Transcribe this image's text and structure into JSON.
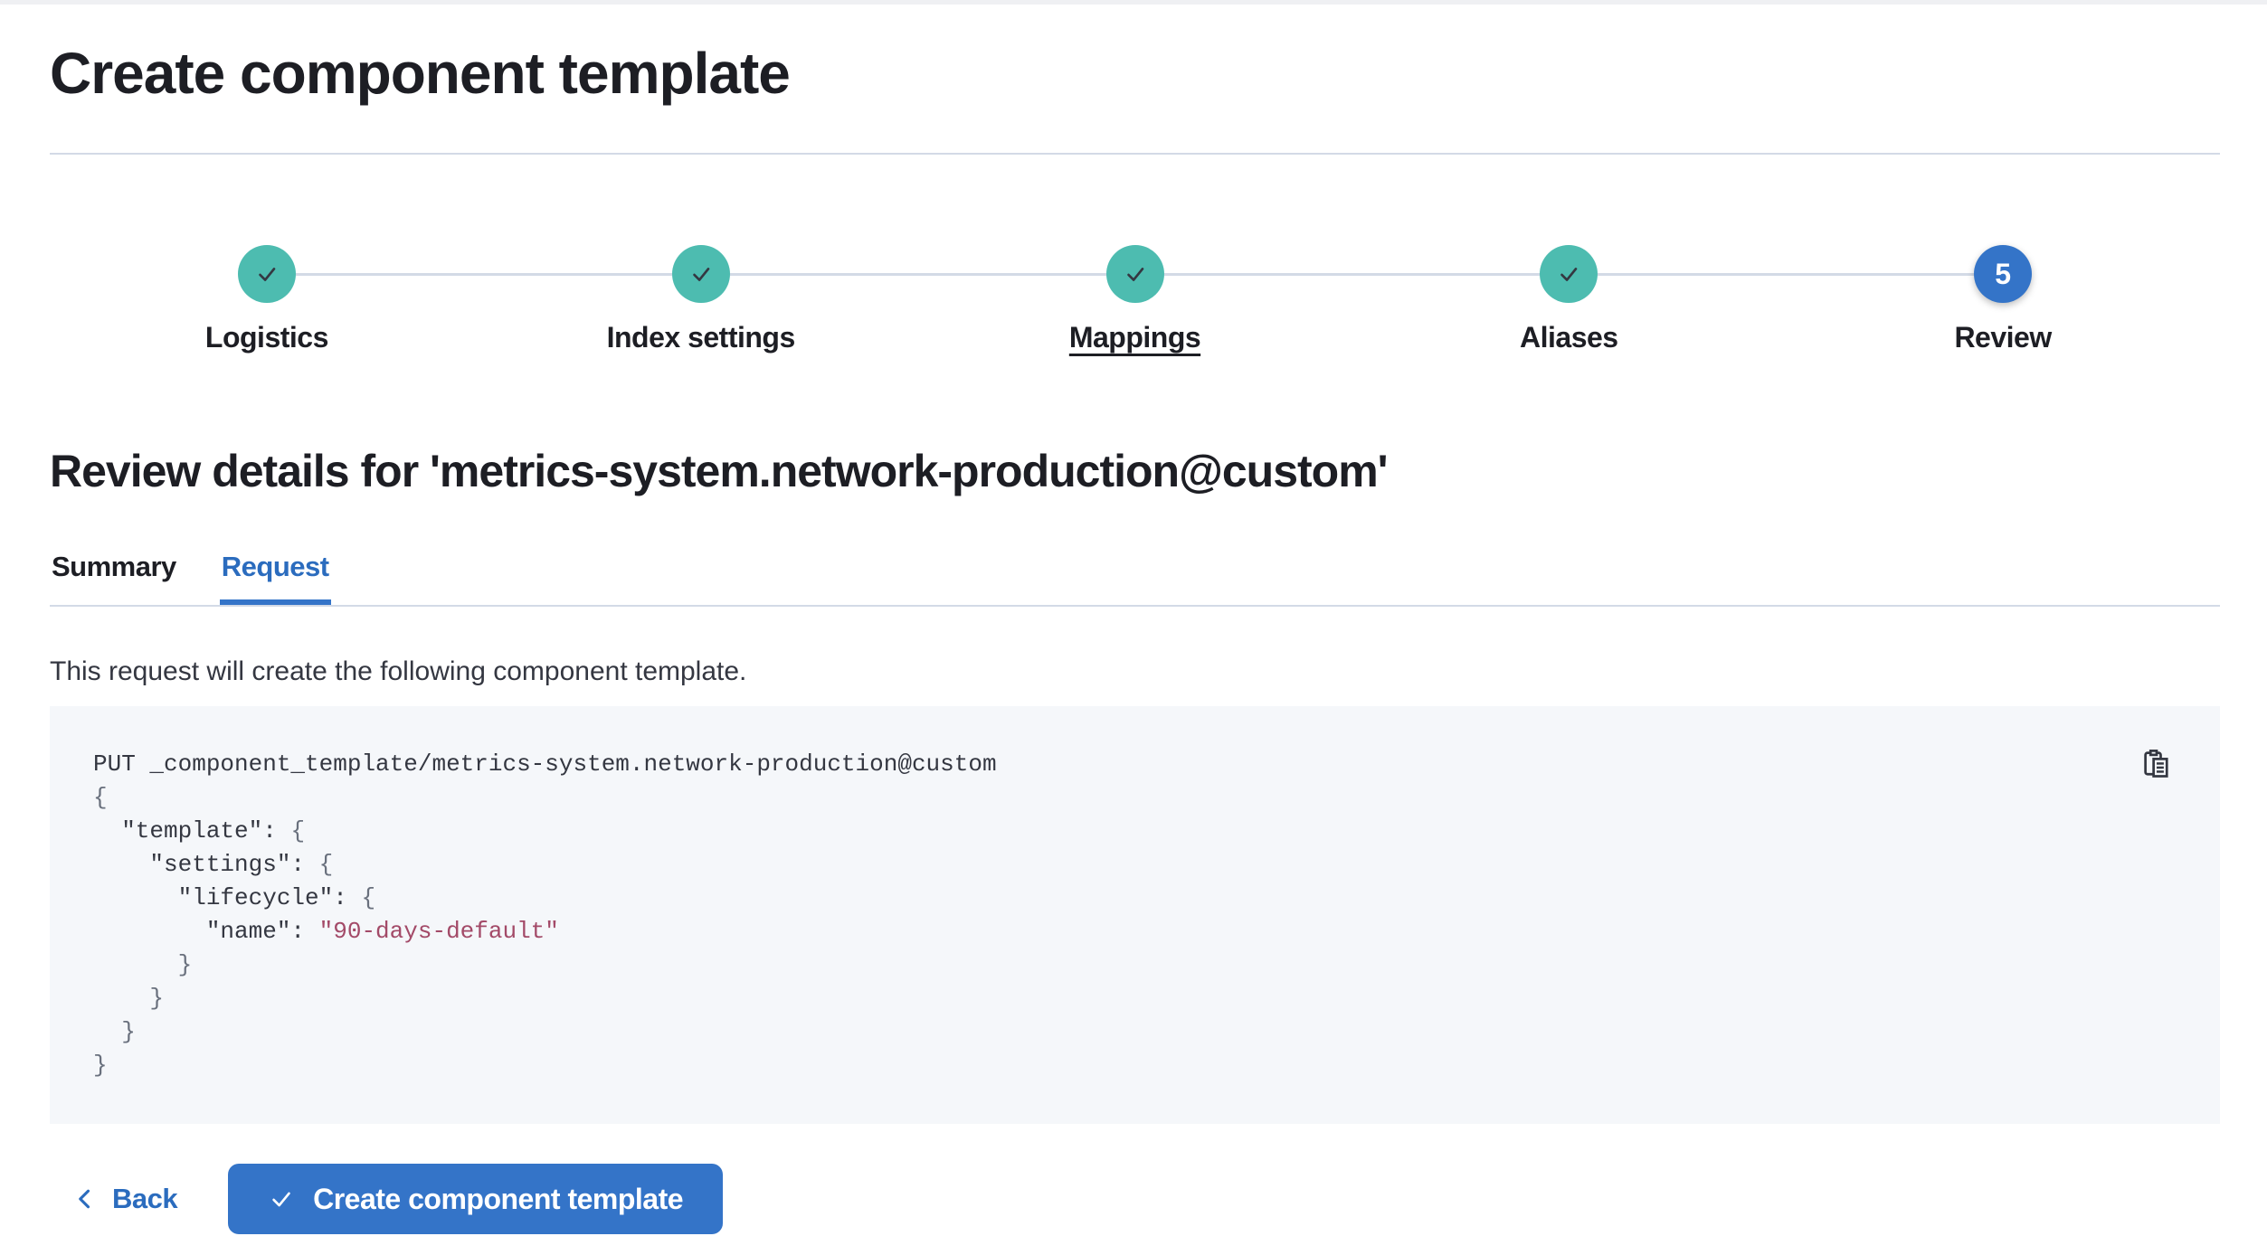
{
  "page": {
    "title": "Create component template"
  },
  "steps": [
    {
      "label": "Logistics",
      "status": "complete"
    },
    {
      "label": "Index settings",
      "status": "complete"
    },
    {
      "label": "Mappings",
      "status": "complete",
      "underline": true
    },
    {
      "label": "Aliases",
      "status": "complete"
    },
    {
      "label": "Review",
      "status": "current",
      "number": "5"
    }
  ],
  "review": {
    "heading": "Review details for 'metrics-system.network-production@custom'",
    "tabs": [
      {
        "label": "Summary",
        "selected": false
      },
      {
        "label": "Request",
        "selected": true
      }
    ],
    "description": "This request will create the following component template."
  },
  "code": {
    "copy_icon": "copy-clipboard-icon",
    "lines": [
      [
        [
          "d",
          "PUT _component_template/metrics-system.network-production@custom"
        ]
      ],
      [
        [
          "p",
          "{"
        ]
      ],
      [
        [
          "d",
          "  \"template\": "
        ],
        [
          "p",
          "{"
        ]
      ],
      [
        [
          "d",
          "    \"settings\": "
        ],
        [
          "p",
          "{"
        ]
      ],
      [
        [
          "d",
          "      \"lifecycle\": "
        ],
        [
          "p",
          "{"
        ]
      ],
      [
        [
          "d",
          "        \"name\": "
        ],
        [
          "s",
          "\"90-days-default\""
        ]
      ],
      [
        [
          "p",
          "      }"
        ]
      ],
      [
        [
          "p",
          "    }"
        ]
      ],
      [
        [
          "p",
          "  }"
        ]
      ],
      [
        [
          "p",
          "}"
        ]
      ]
    ]
  },
  "footer": {
    "back_label": "Back",
    "submit_label": "Create component template"
  },
  "colors": {
    "accent_blue": "#3474c8",
    "link_blue": "#2b6cbe",
    "step_teal": "#4dbcb0",
    "code_string": "#a34a68",
    "code_punct": "#69707d",
    "text_dark": "#343741",
    "title_dark": "#1d1e24",
    "divider": "#d3dae6",
    "code_bg": "#f5f7fa"
  }
}
